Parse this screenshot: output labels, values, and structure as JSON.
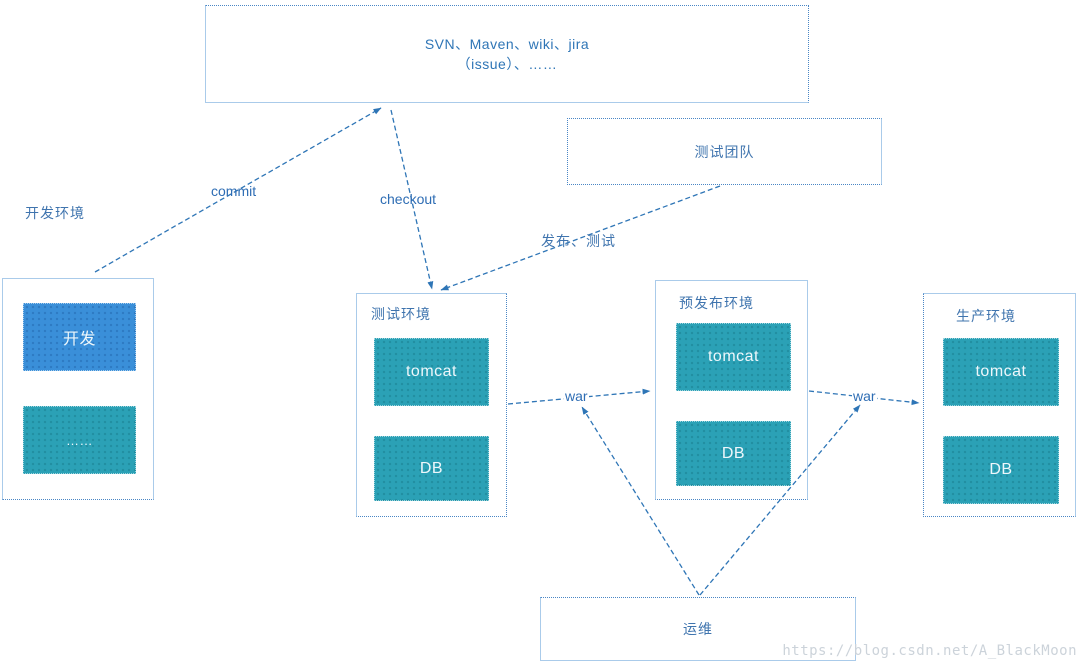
{
  "diagram": {
    "top_box": {
      "line1": "SVN、Maven、wiki、jira",
      "line2": "（issue）、……"
    },
    "test_team": {
      "label": "测试团队"
    },
    "dev_env": {
      "title": "开发环境",
      "nodes": [
        {
          "label": "开发"
        },
        {
          "label": "……"
        }
      ]
    },
    "test_env": {
      "title": "测试环境",
      "nodes": [
        {
          "label": "tomcat"
        },
        {
          "label": "DB"
        }
      ]
    },
    "staging_env": {
      "title": "预发布环境",
      "nodes": [
        {
          "label": "tomcat"
        },
        {
          "label": "DB"
        }
      ]
    },
    "prod_env": {
      "title": "生产环境",
      "nodes": [
        {
          "label": "tomcat"
        },
        {
          "label": "DB"
        }
      ]
    },
    "ops": {
      "label": "运维"
    },
    "arrows": {
      "commit": "commit",
      "checkout": "checkout",
      "release_test": "发布、测试",
      "war_test_to_staging": "war",
      "war_staging_to_prod": "war"
    },
    "watermark": "https://blog.csdn.net/A_BlackMoon",
    "colors": {
      "line_blue": "#2e75b6",
      "node_blue": "#3a8fd9",
      "node_teal": "#2ba1b6",
      "border_light": "#aacbea",
      "border_dotted": "#4a86c5",
      "label_blue": "#3f74ae",
      "watermark_gray": "#ccd3da"
    }
  }
}
